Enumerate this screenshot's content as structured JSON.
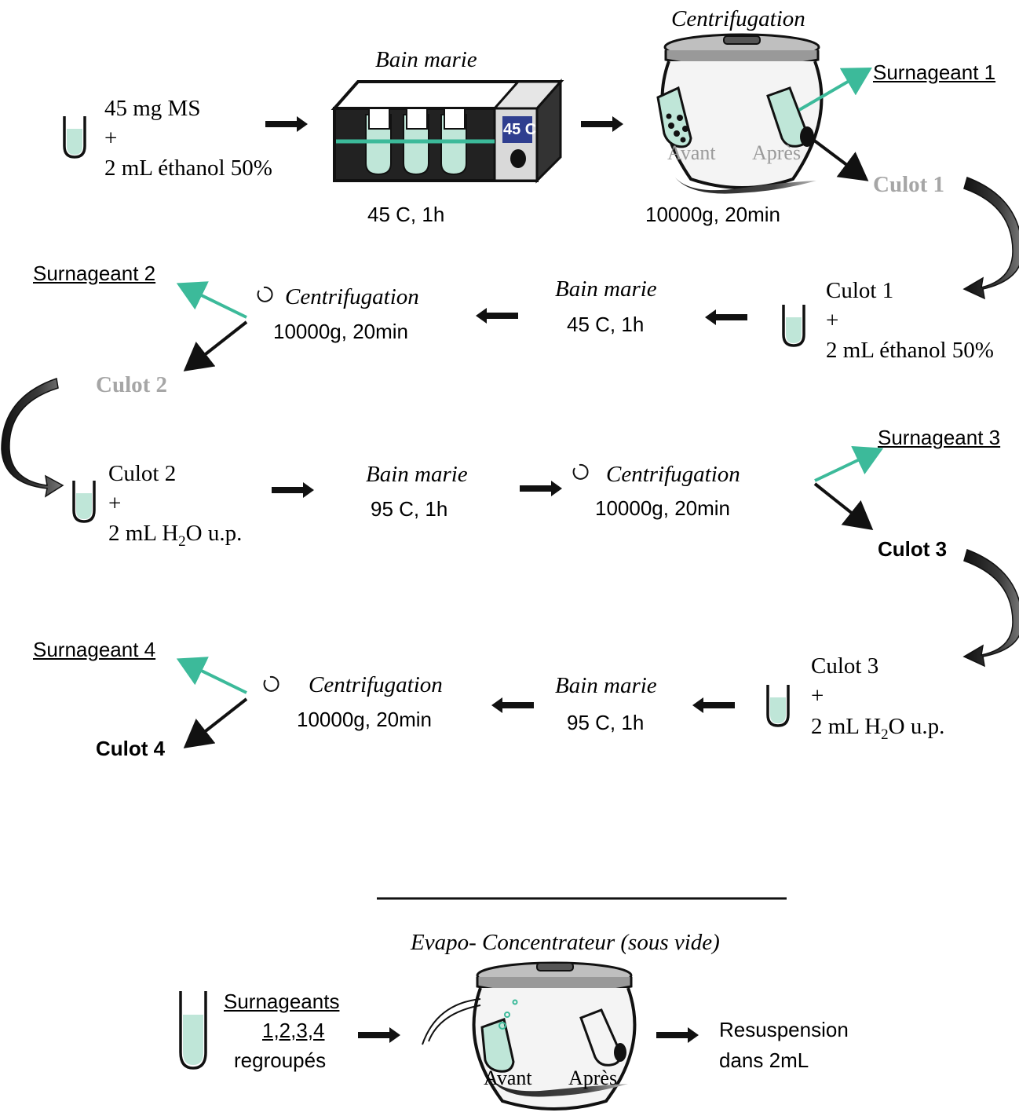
{
  "colors": {
    "teal": "#3cba9a",
    "tube_fill": "#bfe6d8",
    "grey_text": "#a6a6a6",
    "dark": "#1a1a1a",
    "panel_blue": "#2f3e8f"
  },
  "step1": {
    "mix_line1": "45 mg MS",
    "plus": "+",
    "mix_line3": "2 mL éthanol 50%",
    "bath_title": "Bain marie",
    "bath_display": "45  C",
    "bath_cond": "45   C,  1h",
    "cent_title": "Centrifugation",
    "cent_before": "Avant",
    "cent_after": "Après",
    "cent_cond": "10000g, 20min",
    "supernatant": "Surnageant 1",
    "pellet": "Culot 1"
  },
  "step2": {
    "mix_line1": "Culot 1",
    "plus": "+",
    "mix_line3": "2 mL éthanol 50%",
    "bath_title": "Bain marie",
    "bath_cond": "45   C,  1h",
    "cent_title": "Centrifugation",
    "cent_cond": "10000g, 20min",
    "supernatant": "Surnageant 2",
    "pellet": "Culot 2"
  },
  "step3": {
    "mix_line1": "Culot 2",
    "plus": "+",
    "mix_line3_a": "2 mL H",
    "mix_line3_sub": "2",
    "mix_line3_b": "O u.p.",
    "bath_title": "Bain marie",
    "bath_cond": "95   C,  1h",
    "cent_title": "Centrifugation",
    "cent_cond": "10000g, 20min",
    "supernatant": "Surnageant 3",
    "pellet": "Culot 3"
  },
  "step4": {
    "mix_line1": "Culot 3",
    "plus": "+",
    "mix_line3_a": "2 mL H",
    "mix_line3_sub": "2",
    "mix_line3_b": "O u.p.",
    "bath_title": "Bain marie",
    "bath_cond": "95   C,  1h",
    "cent_title": "Centrifugation",
    "cent_cond": "10000g, 20min",
    "supernatant": "Surnageant 4",
    "pellet": "Culot 4"
  },
  "final": {
    "evap_title": "Evapo- Concentrateur (sous vide)",
    "pooled_line1": "Surnageants",
    "pooled_line2": "1,2,3,4",
    "pooled_line3": "regroupés",
    "before": "Avant",
    "after": "Après",
    "result_line1": "Resuspension",
    "result_line2": "dans 2mL"
  }
}
